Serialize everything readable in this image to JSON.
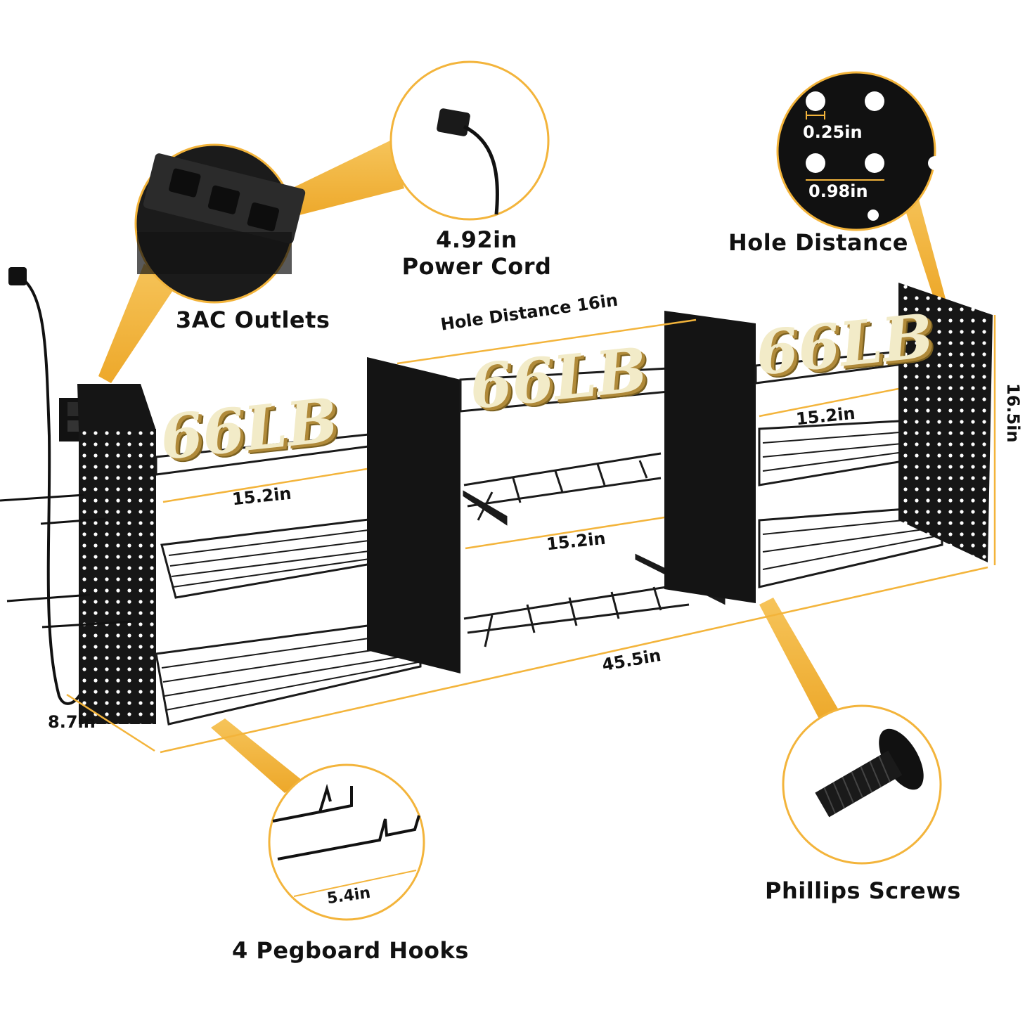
{
  "callouts": {
    "outlets": "3AC Outlets",
    "cord_value": "4.92in",
    "cord_label": "Power Cord",
    "hole_distance": "Hole Distance",
    "hole_diameter": "0.25in",
    "hole_spacing": "0.98in",
    "hooks": "4 Pegboard Hooks",
    "hook_length": "5.4in",
    "screws": "Phillips Screws"
  },
  "dimensions": {
    "hole_distance_16": "Hole Distance 16in",
    "shelf_width_left": "15.2in",
    "shelf_width_middle": "15.2in",
    "shelf_width_right": "15.2in",
    "total_length": "45.5in",
    "height": "16.5in",
    "depth": "8.7in"
  },
  "capacity": {
    "left": "66LB",
    "middle": "66LB",
    "right": "66LB"
  },
  "colors": {
    "accent": "#F3B43B",
    "metal": "#141414",
    "capacity_text": "#F2EBC8",
    "capacity_shadow": "#B08A3A"
  }
}
